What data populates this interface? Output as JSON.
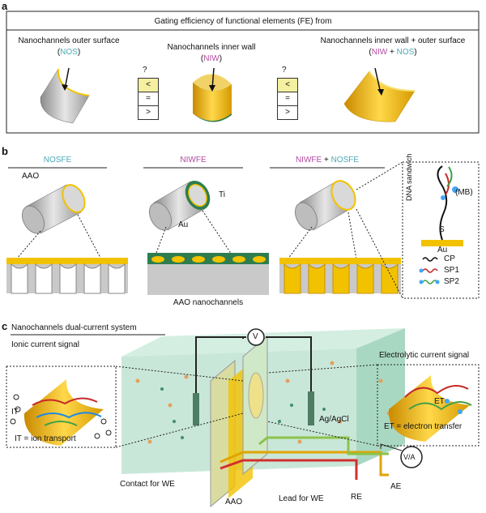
{
  "panel_a": {
    "letter": "a",
    "header": "Gating efficiency of functional elements (FE) from",
    "col1": {
      "title": "Nanochannels outer surface",
      "abbr": "NOS"
    },
    "col2": {
      "title": "Nanochannels inner wall",
      "abbr": "NIW"
    },
    "col3": {
      "title": "Nanochannels inner wall + outer surface",
      "abbr1": "NIW",
      "plus": " + ",
      "abbr2": "NOS"
    },
    "comparator": {
      "question": "?",
      "options": [
        "<",
        "=",
        ">"
      ]
    }
  },
  "panel_b": {
    "letter": "b",
    "titles": {
      "nosfe": "NOSFE",
      "niwfe": "NIWFE",
      "plus": " + ",
      "nosfe2": "NOSFE"
    },
    "labels": {
      "aao": "AAO",
      "ti": "Ti",
      "au": "Au",
      "aao_nanochannels": "AAO nanochannels"
    },
    "inset": {
      "dna": "DNA sandwich",
      "mb": "(MB)",
      "s": "S",
      "au": "Au",
      "cp": "CP",
      "sp1": "SP1",
      "sp2": "SP2"
    }
  },
  "panel_c": {
    "letter": "c",
    "title": "Nanochannels dual-current system",
    "left": {
      "title": "Ionic current signal",
      "it": "IT",
      "note": "IT = ion transport"
    },
    "right": {
      "title": "Electrolytic current signal",
      "et": "ET",
      "note": "ET = electron transfer"
    },
    "labels": {
      "v": "V",
      "va": "V/A",
      "agcl": "Ag/AgCl",
      "contact": "Contact for WE",
      "aao": "AAO",
      "lead": "Lead for WE",
      "re": "RE",
      "ae": "AE"
    }
  },
  "colors": {
    "teal": "#4aa9b8",
    "magenta": "#b44aa0",
    "gold": "#f2c200",
    "green": "#2e7d4f",
    "tank": "#bfe3d2"
  }
}
